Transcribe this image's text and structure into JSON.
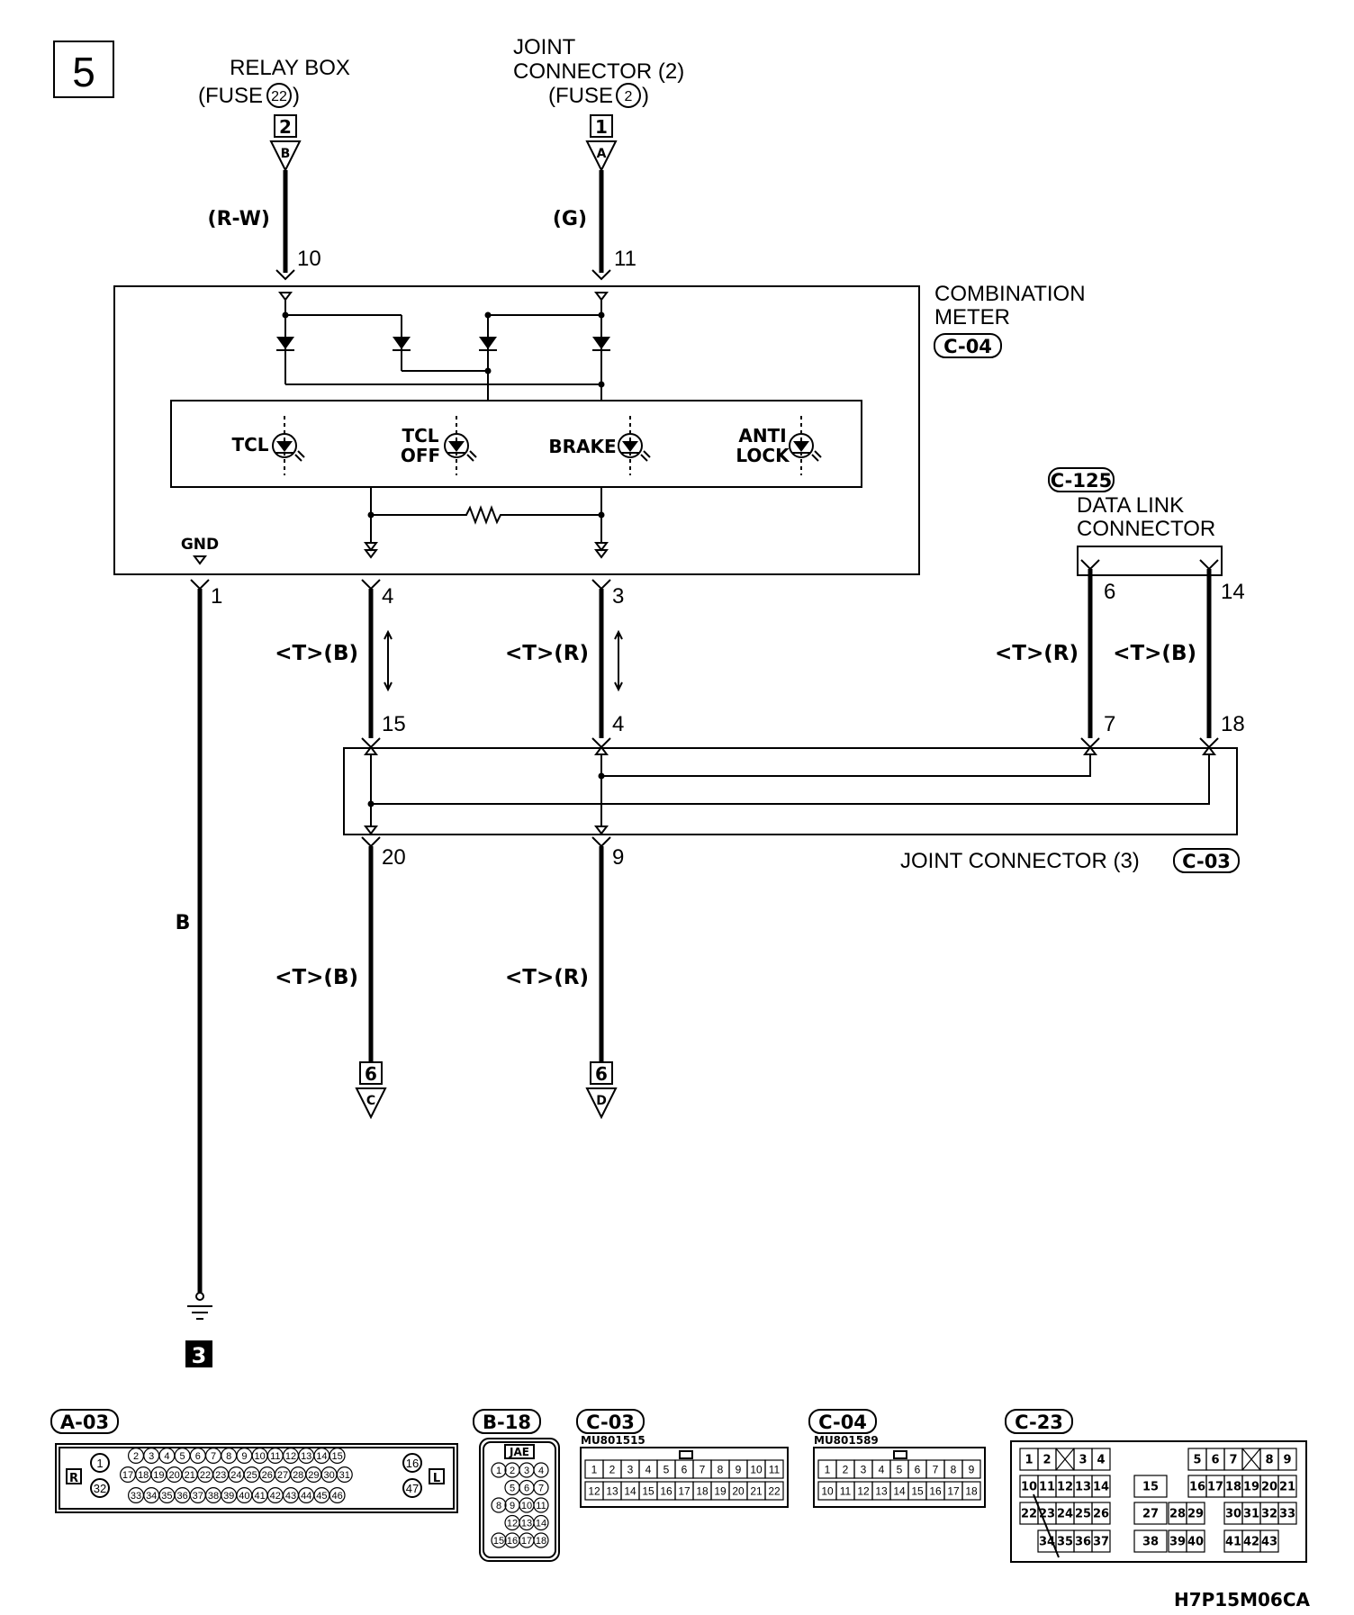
{
  "page_number": "5",
  "diagram_code": "H7P15M06CA",
  "sources": {
    "relay_box": {
      "line1": "RELAY BOX",
      "line2_pre": "(FUSE",
      "fuse": "22",
      "line2_post": ")",
      "page_ref": "2",
      "terminal": "B",
      "wire_color": "(R-W)",
      "pin": "10"
    },
    "joint_connector_2": {
      "line1": "JOINT",
      "line2": "CONNECTOR (2)",
      "line3_pre": "(FUSE",
      "fuse": "2",
      "line3_post": ")",
      "page_ref": "1",
      "terminal": "A",
      "wire_color": "(G)",
      "pin": "11"
    }
  },
  "combination_meter": {
    "line1": "COMBINATION",
    "line2": "METER",
    "connector": "C-04",
    "gnd_label": "GND",
    "lamps": [
      {
        "line1": "TCL",
        "line2": ""
      },
      {
        "line1": "TCL",
        "line2": "OFF"
      },
      {
        "line1": "BRAKE",
        "line2": ""
      },
      {
        "line1": "ANTI",
        "line2": "LOCK"
      }
    ],
    "pins": {
      "gnd": "1",
      "b": "4",
      "r": "3"
    }
  },
  "gnd_wire": {
    "color": "B",
    "ground_ref": "3"
  },
  "data_link": {
    "connector": "C-125",
    "line1": "DATA LINK",
    "line2": "CONNECTOR",
    "pin_left": "6",
    "pin_right": "14"
  },
  "wire_labels": {
    "tb": "<T>(B)",
    "tr": "<T>(R)"
  },
  "joint_connector_3": {
    "label": "JOINT CONNECTOR (3)",
    "connector": "C-03",
    "pins_top": [
      "15",
      "4",
      "7",
      "18"
    ],
    "pins_bottom": [
      "20",
      "9"
    ]
  },
  "outputs": [
    {
      "page_ref": "6",
      "terminal": "C"
    },
    {
      "page_ref": "6",
      "terminal": "D"
    }
  ],
  "connector_views": {
    "a03": {
      "name": "A-03",
      "side_left": "R",
      "side_right": "L",
      "left_top": "1",
      "left_bot": "32",
      "right_top": "16",
      "right_bot": "47",
      "row1": [
        "2",
        "3",
        "4",
        "5",
        "6",
        "7",
        "8",
        "9",
        "10",
        "11",
        "12",
        "13",
        "14",
        "15"
      ],
      "row2": [
        "17",
        "18",
        "19",
        "20",
        "21",
        "22",
        "23",
        "24",
        "25",
        "26",
        "27",
        "28",
        "29",
        "30",
        "31"
      ],
      "row3": [
        "33",
        "34",
        "35",
        "36",
        "37",
        "38",
        "39",
        "40",
        "41",
        "42",
        "43",
        "44",
        "45",
        "46"
      ]
    },
    "b18": {
      "name": "B-18",
      "header": "JAE",
      "rows": [
        [
          "1",
          "2",
          "3",
          "4"
        ],
        [
          "5",
          "6",
          "7"
        ],
        [
          "8",
          "9",
          "10",
          "11"
        ],
        [
          "12",
          "13",
          "14"
        ],
        [
          "15",
          "16",
          "17",
          "18"
        ]
      ]
    },
    "c03": {
      "name": "C-03",
      "part": "MU801515",
      "row1": [
        "1",
        "2",
        "3",
        "4",
        "5",
        "6",
        "7",
        "8",
        "9",
        "10",
        "11"
      ],
      "row2": [
        "12",
        "13",
        "14",
        "15",
        "16",
        "17",
        "18",
        "19",
        "20",
        "21",
        "22"
      ]
    },
    "c04": {
      "name": "C-04",
      "part": "MU801589",
      "row1": [
        "1",
        "2",
        "3",
        "4",
        "5",
        "6",
        "7",
        "8",
        "9"
      ],
      "row2": [
        "10",
        "11",
        "12",
        "13",
        "14",
        "15",
        "16",
        "17",
        "18"
      ]
    },
    "c23": {
      "name": "C-23",
      "l_row1": [
        "1",
        "2",
        "",
        "3",
        "4"
      ],
      "l_row2": [
        "10",
        "11",
        "12",
        "13",
        "14"
      ],
      "l_row3": [
        "22",
        "23",
        "24",
        "25",
        "26"
      ],
      "l_row4": [
        "34",
        "35",
        "36",
        "37"
      ],
      "m_row1": [
        "15"
      ],
      "m_row2": [
        "27",
        "28",
        "29"
      ],
      "m_row3": [
        "38",
        "39",
        "40"
      ],
      "r_row1": [
        "5",
        "6",
        "7",
        "",
        "8",
        "9"
      ],
      "r_row2": [
        "16",
        "17",
        "18",
        "19",
        "20",
        "21"
      ],
      "r_row3": [
        "30",
        "31",
        "32",
        "33"
      ],
      "r_row4": [
        "41",
        "42",
        "43"
      ]
    }
  }
}
